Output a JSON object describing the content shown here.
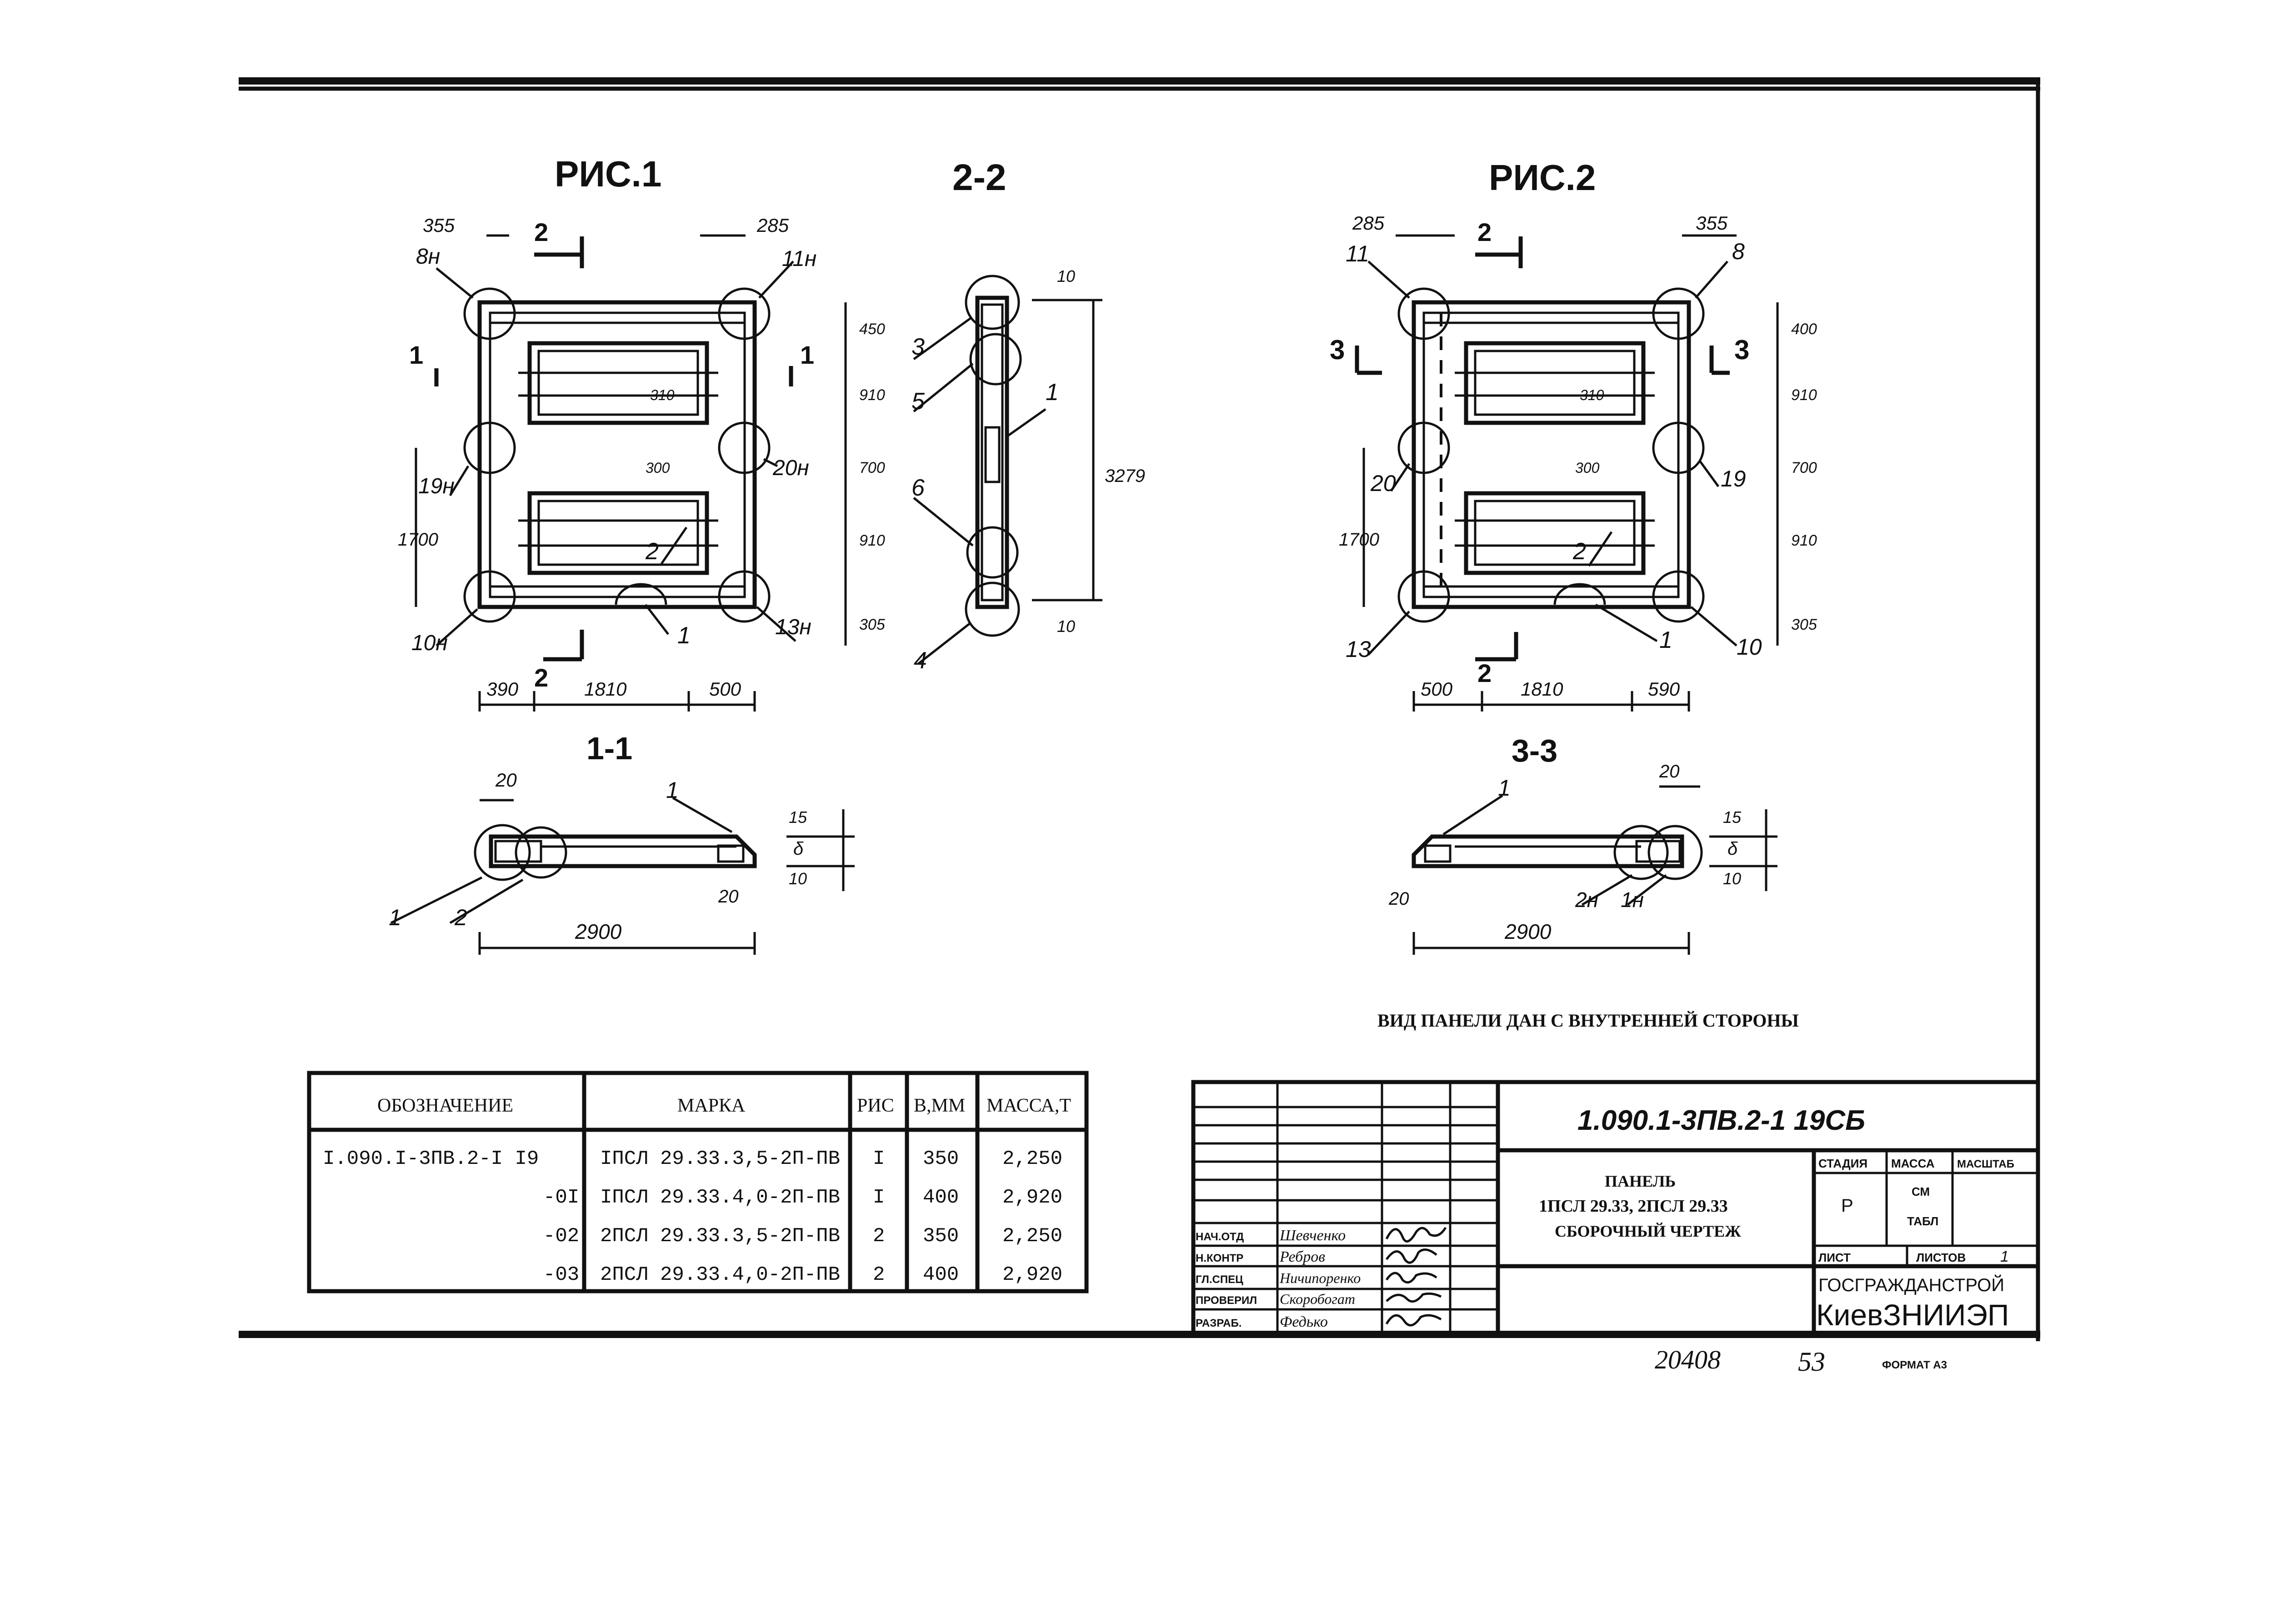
{
  "figures": {
    "fig1_title": "РИС.1",
    "section22_title": "2-2",
    "fig2_title": "РИС.2",
    "section11_title": "1-1",
    "section33_title": "3-3"
  },
  "fig1": {
    "dims": [
      "355",
      "285",
      "450",
      "910",
      "700",
      "910",
      "305",
      "1700",
      "390",
      "1810",
      "500",
      "310",
      "300"
    ],
    "callouts": [
      "8н",
      "11н",
      "19н",
      "20н",
      "10н",
      "13н",
      "1",
      "2"
    ],
    "section_marks": [
      "2",
      "2",
      "1",
      "1"
    ]
  },
  "sec22": {
    "dims": [
      "10",
      "3279",
      "10"
    ],
    "callouts": [
      "3",
      "5",
      "1",
      "6",
      "4"
    ]
  },
  "fig2": {
    "dims": [
      "285",
      "355",
      "400",
      "910",
      "700",
      "910",
      "305",
      "1700",
      "500",
      "1810",
      "590",
      "310",
      "300"
    ],
    "callouts": [
      "11",
      "8",
      "20",
      "19",
      "13",
      "10",
      "1",
      "2"
    ],
    "section_marks": [
      "2",
      "2",
      "3",
      "3"
    ]
  },
  "sec11": {
    "dims": [
      "20",
      "15",
      "δ",
      "10",
      "20",
      "2900"
    ],
    "callouts": [
      "1",
      "1",
      "2"
    ]
  },
  "sec33": {
    "dims": [
      "20",
      "15",
      "δ",
      "10",
      "20",
      "2900"
    ],
    "callouts": [
      "1",
      "2н",
      "1н"
    ]
  },
  "view_caption": "ВИД ПАНЕЛИ ДАН С ВНУТРЕННЕЙ СТОРОНЫ",
  "spec_table": {
    "headers": [
      "ОБОЗНАЧЕНИЕ",
      "МАРКА",
      "РИС",
      "В,ММ",
      "МАССА,Т"
    ],
    "rows": [
      [
        "I.090.I-3ПВ.2-I I9",
        "IПСЛ 29.33.3,5-2П-ПВ",
        "I",
        "350",
        "2,250"
      ],
      [
        "-0I",
        "IПСЛ 29.33.4,0-2П-ПВ",
        "I",
        "400",
        "2,920"
      ],
      [
        "-02",
        "2ПСЛ 29.33.3,5-2П-ПВ",
        "2",
        "350",
        "2,250"
      ],
      [
        "-03",
        "2ПСЛ 29.33.4,0-2П-ПВ",
        "2",
        "400",
        "2,920"
      ]
    ]
  },
  "title_block": {
    "code": "1.090.1-3ПВ.2-1  19СБ",
    "name_line1": "ПАНЕЛЬ",
    "name_line2": "1ПСЛ 29.33, 2ПСЛ 29.33",
    "name_line3": "СБОРОЧНЫЙ ЧЕРТЕЖ",
    "stage_header": "СТАДИЯ",
    "mass_header": "МАССА",
    "scale_header": "МАСШТАБ",
    "stage_value": "Р",
    "mass_value_1": "СМ",
    "mass_value_2": "ТАБЛ",
    "sheet_label": "ЛИСТ",
    "sheets_label": "ЛИСТОВ",
    "sheets_value": "1",
    "org_line1": "ГОСГРАЖДАНСТРОЙ",
    "org_line2": "КиевЗНИИЭП",
    "roles": [
      "НАЧ.ОТД",
      "Н.КОНТР",
      "ГЛ.СПЕЦ",
      "ПРОВЕРИЛ",
      "РАЗРАБ."
    ],
    "names": [
      "Шевченко",
      "Ребров",
      "Ничипоренко",
      "Скоробогат",
      "Федько"
    ]
  },
  "footer": {
    "number": "20408",
    "page": "53",
    "format": "ФОРМАТ А3"
  }
}
